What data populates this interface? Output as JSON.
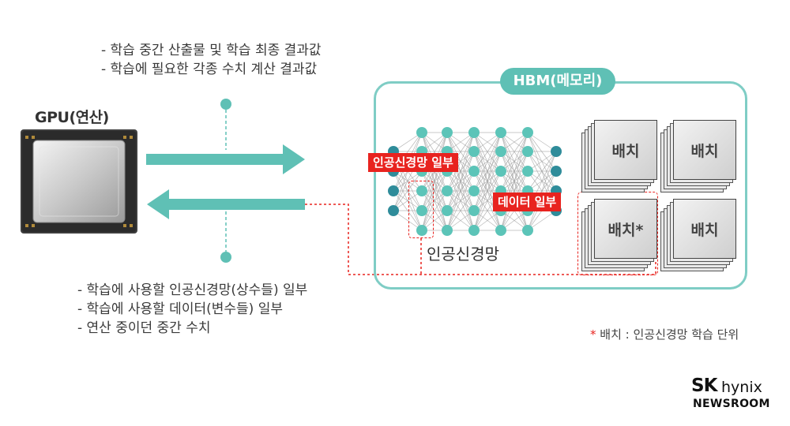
{
  "gpu": {
    "title": "GPU(연산)"
  },
  "hbm": {
    "title": "HBM(메모리)"
  },
  "top_notes": [
    "- 학습 중간 산출물 및 학습 최종 결과값",
    "- 학습에 필요한 각종 수치 계산 결과값"
  ],
  "bottom_notes": [
    "- 학습에 사용할 인공신경망(상수들) 일부",
    "- 학습에 사용할 데이터(변수들) 일부",
    "- 연산 중이던 중간 수치"
  ],
  "neural_net": {
    "label": "인공신경망",
    "tag": "인공신경망 일부",
    "colors": {
      "node": "#5cc4b8",
      "node_dark": "#2f8c9a",
      "edge": "#9a9a9a"
    }
  },
  "data_tag": "데이터 일부",
  "batches": [
    {
      "label": "배치"
    },
    {
      "label": "배치"
    },
    {
      "label": "배치*"
    },
    {
      "label": "배치"
    }
  ],
  "footnote": {
    "star": "*",
    "text": "배치 : 인공신경망 학습 단위"
  },
  "logo": {
    "brand": "SK",
    "name": "hynix",
    "sub": "NEWSROOM"
  },
  "colors": {
    "accent": "#5fc0b5",
    "red": "#e8231f"
  }
}
